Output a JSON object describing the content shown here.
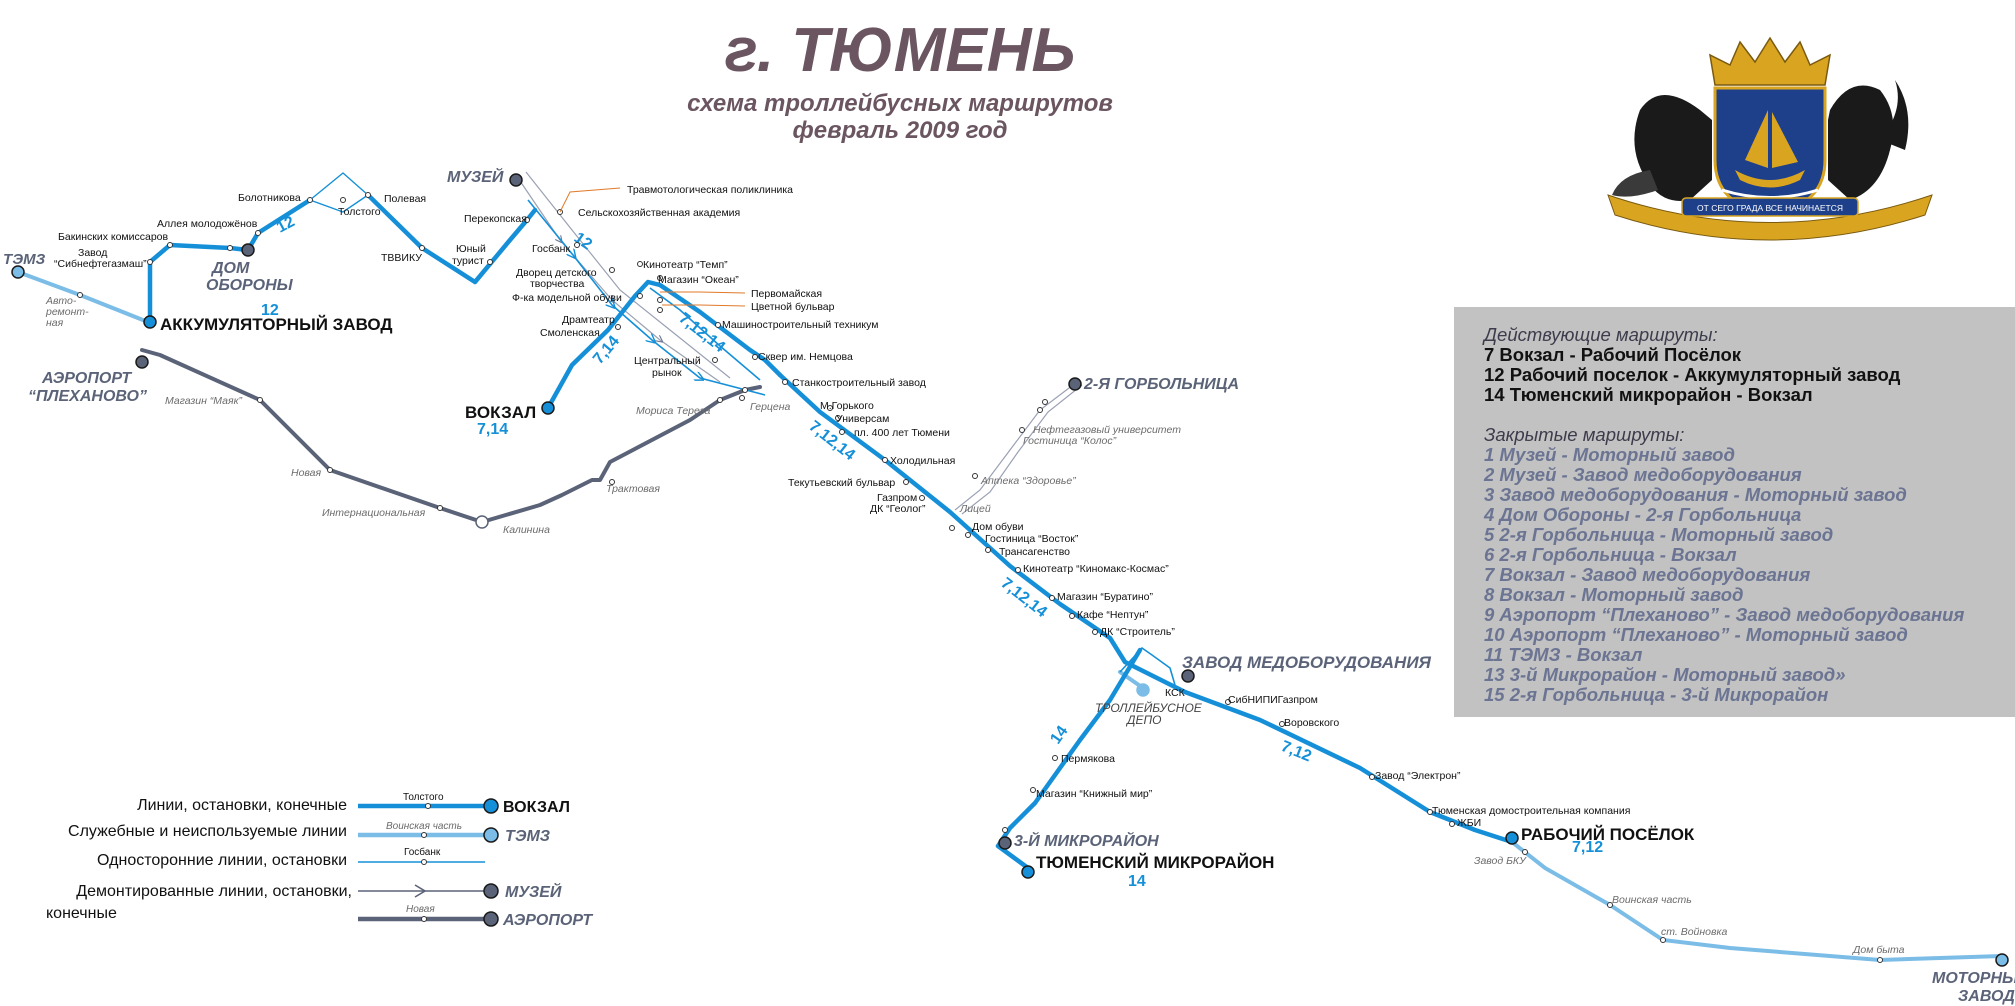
{
  "title": {
    "city": "г. ТЮМЕНЬ",
    "subtitle_1": "схема троллейбусных маршрутов",
    "subtitle_2": "февраль 2009 год"
  },
  "colors": {
    "active_line": "#1590d8",
    "service_line": "#7bbde6",
    "dismantled_line": "#5b6378",
    "text_dark": "#111111",
    "text_gray": "#6b6b6b",
    "title": "#6a5560",
    "routes_bg": "#c2c2c2",
    "closed_routes": "#6b7492"
  },
  "routes_panel": {
    "active_header": "Действующие маршруты:",
    "active": [
      "7 Вокзал - Рабочий Посёлок",
      "12 Рабочий поселок - Аккумуляторный завод",
      "14 Тюменский микрорайон - Вокзал"
    ],
    "closed_header": "Закрытые маршруты:",
    "closed": [
      "1 Музей - Моторный завод",
      "2 Музей - Завод медоборудования",
      "3 Завод медоборудования - Моторный завод",
      "4 Дом Обороны - 2-я Горбольница",
      "5 2-я Горбольница - Моторный завод",
      "6 2-я Горбольница - Вокзал",
      "7 Вокзал - Завод медоборудования",
      "8 Вокзал - Моторный завод",
      "9 Аэропорт “Плеханово” - Завод медоборудования",
      "10 Аэропорт “Плеханово” - Моторный завод",
      "11 ТЭМЗ - Вокзал",
      "13 3-й Микрорайон - Моторный завод»",
      "15 2-я Горбольница - 3-й Микрорайон"
    ]
  },
  "legend": {
    "items": [
      {
        "label": "Линии, остановки, конечные",
        "stop": "Толстого",
        "terminal": "ВОКЗАЛ"
      },
      {
        "label": "Служебные и неиспользуемые линии",
        "stop": "Воинская часть",
        "terminal": "ТЭМЗ"
      },
      {
        "label": "Односторонние линии, остановки",
        "stop": "Госбанк",
        "terminal": ""
      },
      {
        "label_1": "Демонтированные линии, остановки,",
        "label_2": "конечные",
        "stop": "Новая",
        "terminal_top": "МУЗЕЙ",
        "terminal_bottom": "АЭРОПОРТ"
      }
    ]
  },
  "terminals": {
    "akkum": "АККУМУЛЯТОРНЫЙ ЗАВОД",
    "vokzal": "ВОКЗАЛ",
    "rab_pos": "РАБОЧИЙ ПОСЁЛОК",
    "tyum_micro": "ТЮМЕНСКИЙ МИКРОРАЙОН",
    "zavod_med": "ЗАВОД МЕДОБОРУДОВАНИЯ",
    "micro3": "3-Й МИКРОРАЙОН",
    "gorbol2": "2-Я ГОРБОЛЬНИЦА",
    "muzei": "МУЗЕЙ",
    "dom_obor_1": "ДОМ",
    "dom_obor_2": "ОБОРОНЫ",
    "temz": "ТЭМЗ",
    "aero_1": "АЭРОПОРТ",
    "aero_2": "“ПЛЕХАНОВО”",
    "motor_1": "МОТОРНЫЙ",
    "motor_2": "ЗАВОД",
    "depot_1": "ТРОЛЛЕЙБУСНОЕ",
    "depot_2": "ДЕПО"
  },
  "route_numbers": {
    "akkum": "12",
    "vokzal": "7,14",
    "rab_pos": "7,12",
    "tyum_micro": "14",
    "seg_bolotnikova": "12",
    "seg_gosbank": "12",
    "seg_dramteatr": "7,14",
    "seg_vokzal_east": "7,12,14",
    "seg_gorkogo": "7,12,14",
    "seg_buratino": "7,12,14",
    "seg_14": "14",
    "seg_vorovskogo": "7,12"
  },
  "stops": {
    "bakinskih": "Бакинских комиссаров",
    "allea": "Аллея молодожёнов",
    "bolotnikova": "Болотникова",
    "tolstogo": "Толстого",
    "polevaya": "Полевая",
    "tvviku": "ТВВИКУ",
    "yuniy_1": "Юный",
    "yuniy_2": "турист",
    "perekopskaya": "Перекопская",
    "zavod_sib_1": "Завод",
    "zavod_sib_2": "“Сибнефтегазмаш”",
    "avtorem_1": "Авто-",
    "avtorem_2": "ремонт-",
    "avtorem_3": "ная",
    "travmat": "Травмотологическая поликлиника",
    "selhoz": "Сельскохозяйственная академия",
    "gosbank": "Госбанк",
    "temp": "Кинотеатр “Темп”",
    "okean": "Магазин “Океан”",
    "dvorets_1": "Дворец детского",
    "dvorets_2": "творчества",
    "fka": "Ф-ка модельной обуви",
    "pervomaiskaya": "Первомайская",
    "tsvetnoy": "Цветной бульвар",
    "dramteatr": "Драмтеатр",
    "smolenskaya": "Смоленская",
    "mash_tekh": "Машиностроительный техникум",
    "tsentr_1": "Центральный",
    "tsentr_2": "рынок",
    "skver": "Сквер им. Немцова",
    "stankostr": "Станкостроительный завод",
    "morisa": "Мориса Тереза",
    "gertsena": "Герцена",
    "gorkogo": "М.Горького",
    "universam": "Универсам",
    "pl400": "пл. 400 лет Тюмени",
    "holodilnaya": "Холодильная",
    "tekutyevsky": "Текутьевский бульвар",
    "gazprom": "Газпром",
    "dk_geolog": "ДК “Геолог”",
    "litsey": "Лицей",
    "apteka": "Аптека “Здоровье”",
    "neftegaz": "Нефтегазовый университет",
    "kolos": "Гостиница “Колос”",
    "dom_obuvi": "Дом обуви",
    "vostok": "Гостиница “Восток”",
    "transagent": "Трансагенство",
    "kinomaks": "Кинотеатр “Киномакс-Космас”",
    "buratino": "Магазин “Буратино”",
    "neptun": "Кафе “Нептун”",
    "dk_stroitel": "ДК “Строитель”",
    "ksk": "КСК",
    "sibnipi": "СибНИПИГазпром",
    "vorovskogo": "Воровского",
    "permyakova": "Пермякова",
    "knizhny": "Магазин “Книжный мир”",
    "elektron": "Завод “Электрон”",
    "tdsk": "Тюменская домостроительная компания",
    "zhbi": "ЖБИ",
    "zavod_bku": "Завод БКУ",
    "voinskaya": "Воинская часть",
    "voinovka": "ст. Войновка",
    "dom_byta": "Дом быта",
    "mayak": "Магазин “Маяк”",
    "novaya": "Новая",
    "internats": "Интернациональная",
    "kalinina": "Калинина",
    "traktovaya": "Трактовая"
  },
  "coat_of_arms": {
    "motto": "ОТ СЕГО ГРАДА ВСЕ НАЧИНАЕТСЯ"
  }
}
